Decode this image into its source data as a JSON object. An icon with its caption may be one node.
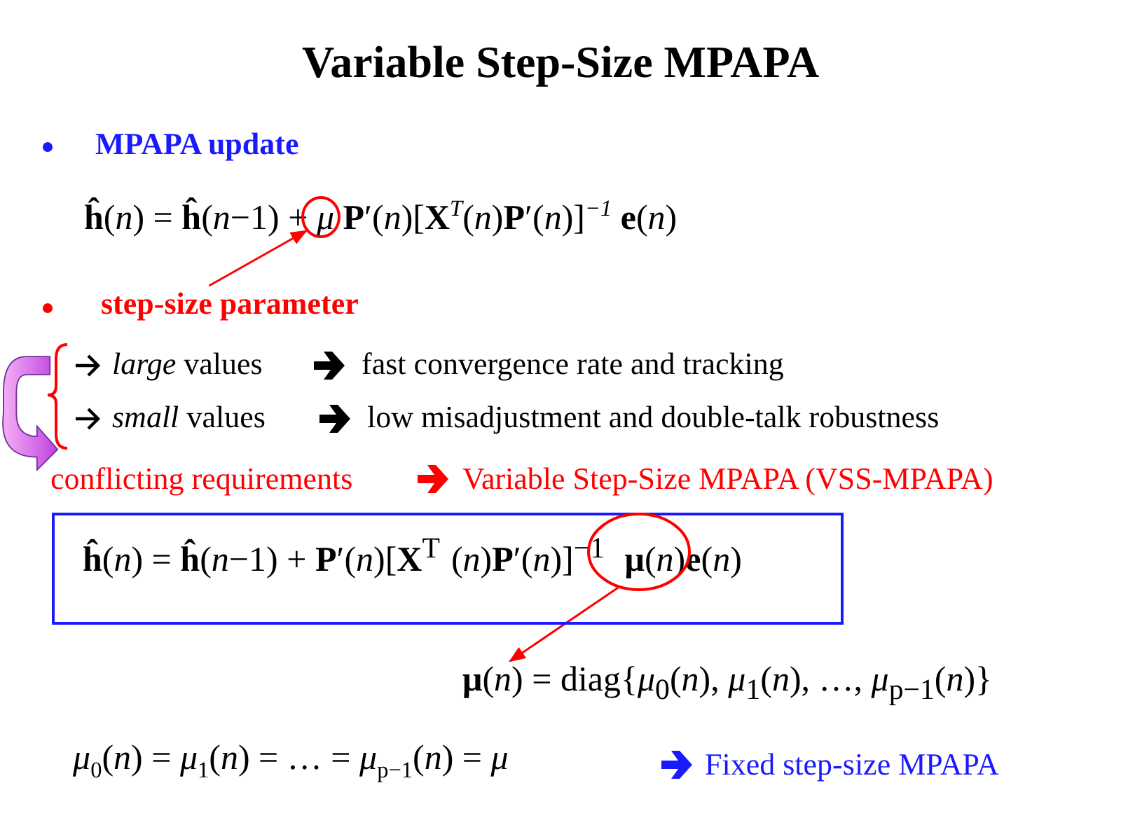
{
  "diagram": {
    "title": "Variable Step-Size MPAPA",
    "nodes": [
      {
        "text": [
          "step-size parameter"
        ]
      },
      {
        "text": [],
        "shape": "circle"
      },
      {
        "text": [
          "**ĥ**(*n*) = **ĥ**(*n*−1) + **P**′(*n*)[**X**$^{T}$(*n*)**P**′(*n*)]$^{−1}$ **μ**(*n*)**e**(*n*)"
        ]
      },
      {
        "text": [],
        "shape": "circle",
        "in": 2
      },
      {
        "text": [
          "**μ**(*n*) = diag{*μ*$_{0}$(*n*), *μ*$_{1}$(*n*), …, *μ*$_{p−1}$(*n*)}"
        ]
      }
    ],
    "edges": [
      {
        "from": 0,
        "to": 1,
        "arrow": "to"
      },
      {
        "from": 3,
        "to": 4,
        "arrow": "to"
      }
    ],
    "labels": [
      "MPAPA update",
      "**ĥ**(*n*) = **ĥ**(*n*−1) + *μ* **P**′(*n*)[**X**$^{T}$(*n*)**P**′(*n*)]$^{−1}$ **e**(*n*)",
      "*large* values",
      "fast convergence rate and tracking",
      "*small* values",
      "low misadjustment and double-talk robustness",
      "conflicting requirements",
      "Variable Step-Size MPAPA (VSS-MPAPA)",
      "*μ*$_{0}$(*n*) = *μ*$_{1}$(*n*) = … = *μ*$_{p−1}$(*n*) = *μ*",
      "Fixed step-size MPAPA"
    ]
  }
}
